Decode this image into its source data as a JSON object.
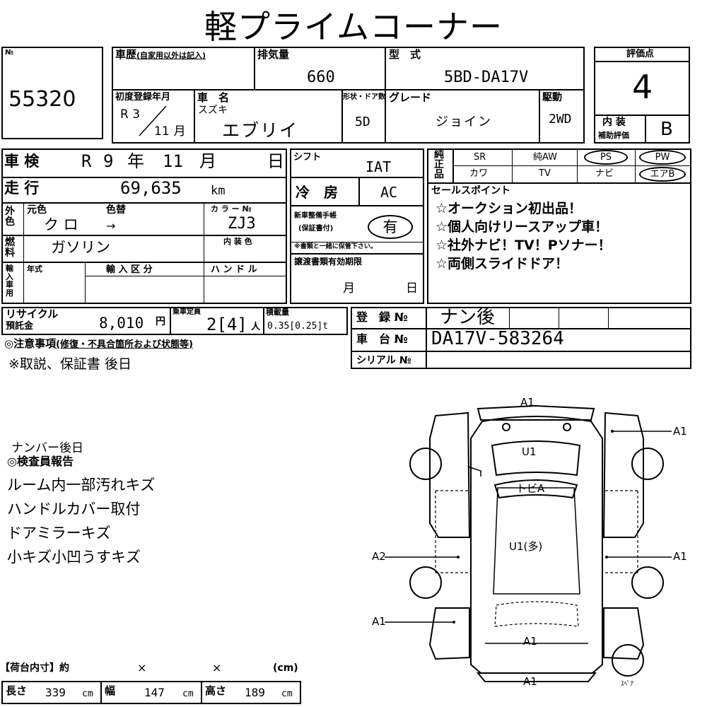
{
  "title": "軽プライムコーナー",
  "lot": {
    "no_label": "№",
    "number": "55320"
  },
  "history": {
    "label": "車歴",
    "sub": "(自家用以外は記入)"
  },
  "displacement": {
    "label": "排気量",
    "value": "660"
  },
  "model": {
    "label": "型　式",
    "value": "5BD-DA17V"
  },
  "first_reg": {
    "label": "初度登録年月",
    "era_year": "R 3",
    "month": "11",
    "month_unit": "月"
  },
  "car_name": {
    "label": "車　名",
    "maker": "スズキ",
    "value": "エブリイ"
  },
  "doors": {
    "label": "形状・ドア数",
    "value": "5D"
  },
  "grade": {
    "label": "グレード",
    "value": "ジョイン"
  },
  "drive": {
    "label": "駆動",
    "value": "2WD"
  },
  "score": {
    "label": "評価点",
    "value": "4",
    "interior_label": "内 装",
    "interior_sub": "補助評価",
    "interior_value": "B"
  },
  "inspection": {
    "label": "車 検",
    "era": "R",
    "year": "9",
    "year_unit": "年",
    "month": "11",
    "month_unit": "月",
    "day_unit": "日"
  },
  "mileage": {
    "label": "走 行",
    "value": "69,635",
    "unit": "km"
  },
  "exterior_color": {
    "side_label": "外色",
    "orig_label": "元色",
    "orig_value": "ク ロ",
    "change_label": "色替",
    "change_value": "→",
    "code_label": "カ ラ ー №",
    "code_value": "ZJ3"
  },
  "interior_color": {
    "label": "内 装 色"
  },
  "fuel": {
    "side_label": "燃料",
    "value": "ガソリン"
  },
  "import": {
    "side_label": "輸入車用",
    "year_label": "年式",
    "class_label": "輸 入 区 分",
    "handle_label": "ハ ン ド ル"
  },
  "shift": {
    "label": "シフト",
    "value": "IAT"
  },
  "aircon": {
    "label": "冷　房",
    "value": "AC"
  },
  "service_record": {
    "label": "新車整備手帳",
    "sub": "(保証書付)",
    "value": "有",
    "note": "※書類と一緒に保管下さい。"
  },
  "transfer": {
    "label": "譲渡書類有効期限",
    "month_unit": "月",
    "day_unit": "日"
  },
  "equipment": {
    "side_label": "純正品",
    "row1": [
      "SR",
      "純AW",
      "PS",
      "PW"
    ],
    "row2": [
      "カワ",
      "TV",
      "ナビ",
      "エアB"
    ],
    "circled": [
      "PS",
      "PW",
      "エアB"
    ]
  },
  "sales_points": {
    "label": "セールスポイント",
    "lines": [
      "☆オークション初出品！",
      "☆個人向けリースアップ車！",
      "☆社外ナビ！TV！Pソナー！",
      "☆両側スライドドア！"
    ]
  },
  "recycle": {
    "label1": "リサイクル",
    "label2": "預託金",
    "value": "8,010",
    "unit": "円"
  },
  "capacity": {
    "label": "乗車定員",
    "value": "2[4]",
    "unit": "人"
  },
  "load": {
    "label": "積載量",
    "value": "0.35[0.25]t"
  },
  "registration": {
    "label": "登　録 №",
    "value": "ナン後"
  },
  "chassis": {
    "label": "車　台 №",
    "value": "DA17V-583264"
  },
  "serial": {
    "label": "シリアル №",
    "value": ""
  },
  "notes": {
    "label": "◎注意事項",
    "sub": "(修復・不具合箇所および状態等)",
    "text": "※取説、保証書 後日"
  },
  "inspector": {
    "pre": "ナンバー後日",
    "label": "◎検査員報告",
    "lines": [
      "ルーム内一部汚れキズ",
      "ハンドルカバー取付",
      "ドアミラーキズ",
      "小キズ小凹うすキズ"
    ]
  },
  "cargo": {
    "header": "【荷台内寸】約",
    "x1": "×",
    "x2": "×",
    "unit_header": "(cm)",
    "length_label": "長さ",
    "length": "339",
    "width_label": "幅",
    "width": "147",
    "height_label": "高さ",
    "height": "189",
    "unit": "cm"
  },
  "diagram": {
    "top": "A1",
    "right_front": "A1",
    "roof": "U1",
    "panel": "トビA",
    "middle": "U1(多)",
    "left_mid": "A2",
    "right_mid": "A1",
    "left_rear": "A1",
    "rear_inner": "A1",
    "bottom": "A1",
    "spare": "ｽﾍﾟｱ"
  }
}
